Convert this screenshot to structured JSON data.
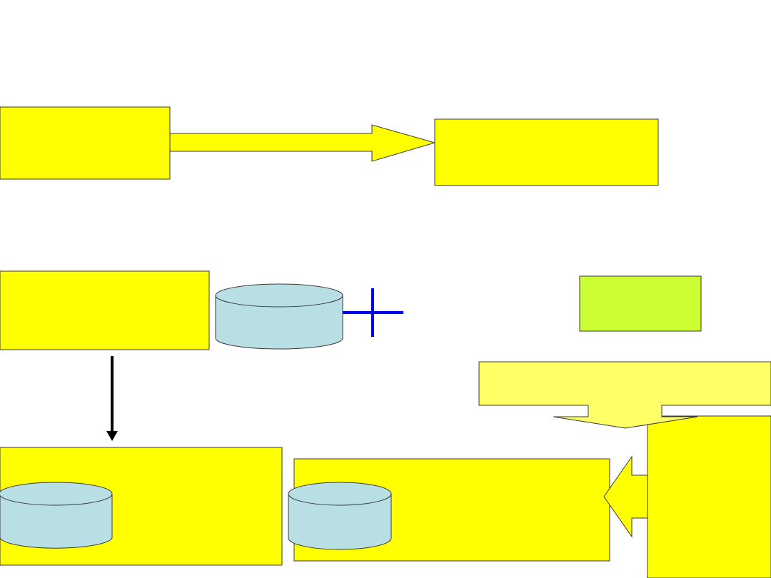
{
  "diagram": {
    "colors": {
      "box_fill": "#ffff00",
      "box_stroke": "#3a3a3a",
      "pale_arrow_fill": "#ffff66",
      "green_box_fill": "#ccff33",
      "cylinder_fill": "#b8e0e4",
      "blue_cross": "#0000ee",
      "black_arrow": "#000000"
    },
    "boxes": [
      {
        "id": "top-left-box",
        "label": ""
      },
      {
        "id": "top-right-box",
        "label": ""
      },
      {
        "id": "middle-left-box",
        "label": ""
      },
      {
        "id": "green-box",
        "label": ""
      },
      {
        "id": "bottom-left-box",
        "label": ""
      },
      {
        "id": "bottom-middle-box",
        "label": ""
      },
      {
        "id": "right-tall-box",
        "label": ""
      }
    ],
    "cylinders": [
      {
        "id": "middle-cylinder",
        "label": ""
      },
      {
        "id": "bottom-left-cylinder",
        "label": ""
      },
      {
        "id": "bottom-middle-cylinder",
        "label": ""
      }
    ],
    "connectors": [
      {
        "id": "top-right-arrow",
        "kind": "block-arrow",
        "direction": "right"
      },
      {
        "id": "down-thin-arrow",
        "kind": "line-arrow",
        "direction": "down"
      },
      {
        "id": "plus-connector",
        "kind": "cross"
      },
      {
        "id": "pale-down-arrow",
        "kind": "block-arrow",
        "direction": "down"
      },
      {
        "id": "left-block-arrow",
        "kind": "block-arrow",
        "direction": "left"
      }
    ]
  }
}
